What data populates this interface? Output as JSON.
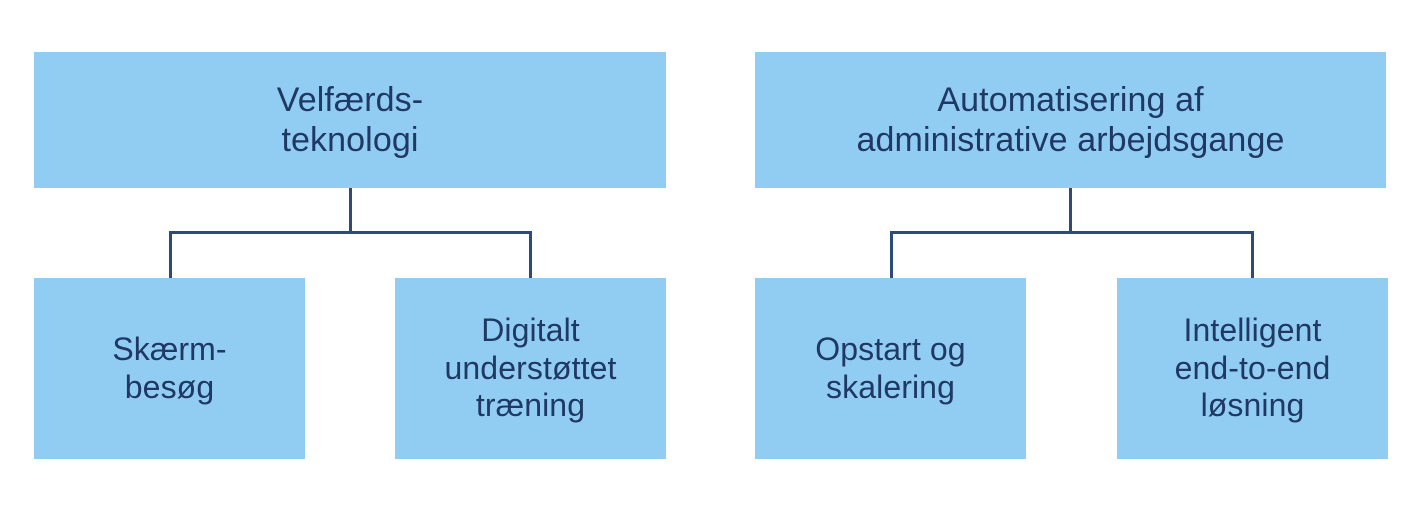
{
  "diagram": {
    "type": "org-chart",
    "orientation": "top-down",
    "language": "da",
    "box_fill_color": "#91CDF2",
    "text_color": "#1F3864",
    "connector_color": "#2E4A7D",
    "background_color": "#FFFFFF",
    "groups": [
      {
        "id": "group-velfaerdsteknologi",
        "root": {
          "id": "node-velfaerdsteknologi",
          "label": "Velfærds-\nteknologi"
        },
        "children": [
          {
            "id": "node-skaermbesoeg",
            "label": "Skærm-\nbesøg"
          },
          {
            "id": "node-digitalt-understoettet-traening",
            "label": "Digitalt\nunderstøttet\ntræning"
          }
        ]
      },
      {
        "id": "group-automatisering",
        "root": {
          "id": "node-automatisering",
          "label": "Automatisering af\nadministrative arbejdsgange"
        },
        "children": [
          {
            "id": "node-opstart-og-skalering",
            "label": "Opstart og\nskalering"
          },
          {
            "id": "node-intelligent-end-to-end-loesning",
            "label": "Intelligent\nend-to-end\nløsning"
          }
        ]
      }
    ]
  }
}
